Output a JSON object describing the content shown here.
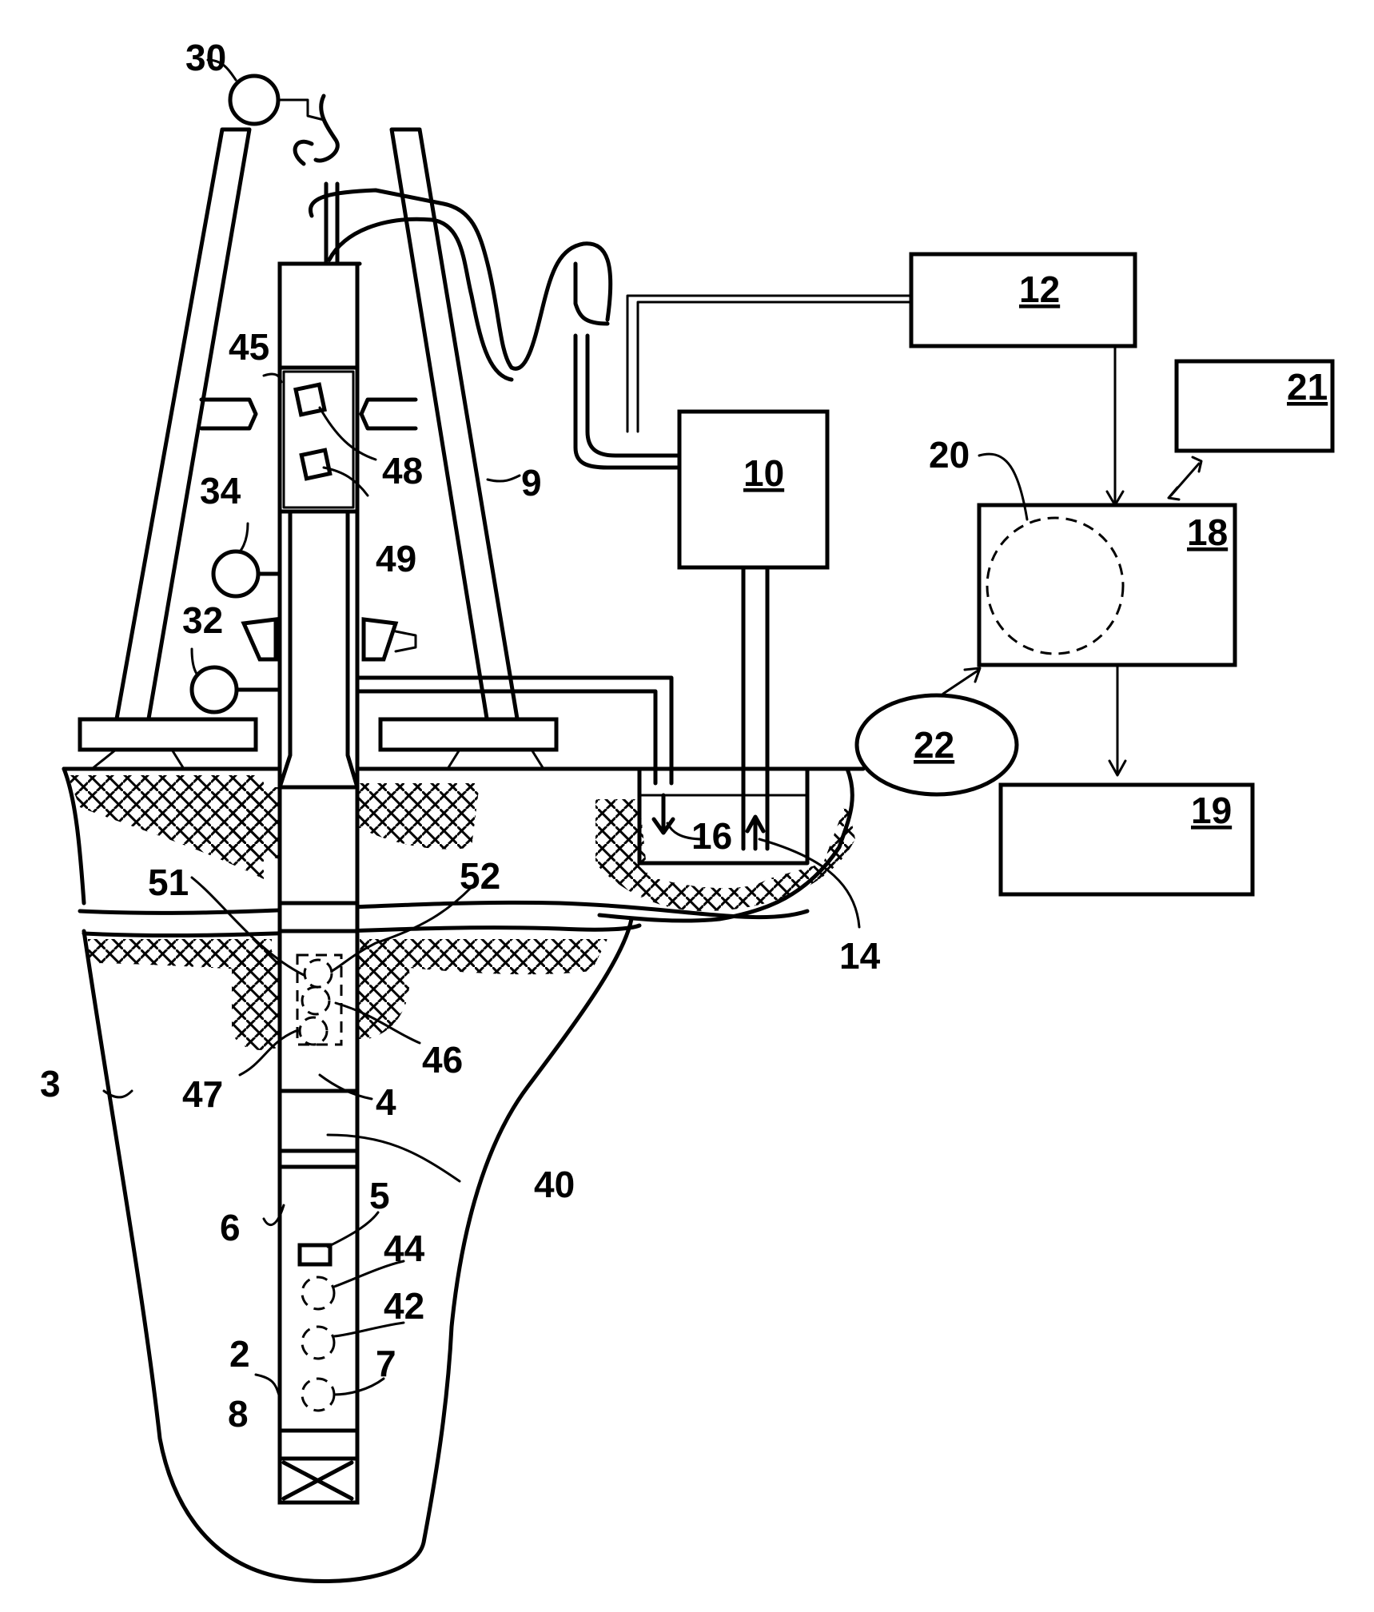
{
  "labels": {
    "l2": "2",
    "l3": "3",
    "l4": "4",
    "l5": "5",
    "l6": "6",
    "l7": "7",
    "l8": "8",
    "l9": "9",
    "l10": "10",
    "l12": "12",
    "l14": "14",
    "l16": "16",
    "l18": "18",
    "l19": "19",
    "l20": "20",
    "l21": "21",
    "l22": "22",
    "l30": "30",
    "l32": "32",
    "l34": "34",
    "l40": "40",
    "l42": "42",
    "l44": "44",
    "l45": "45",
    "l46": "46",
    "l47": "47",
    "l48": "48",
    "l49": "49",
    "l51": "51",
    "l52": "52"
  }
}
